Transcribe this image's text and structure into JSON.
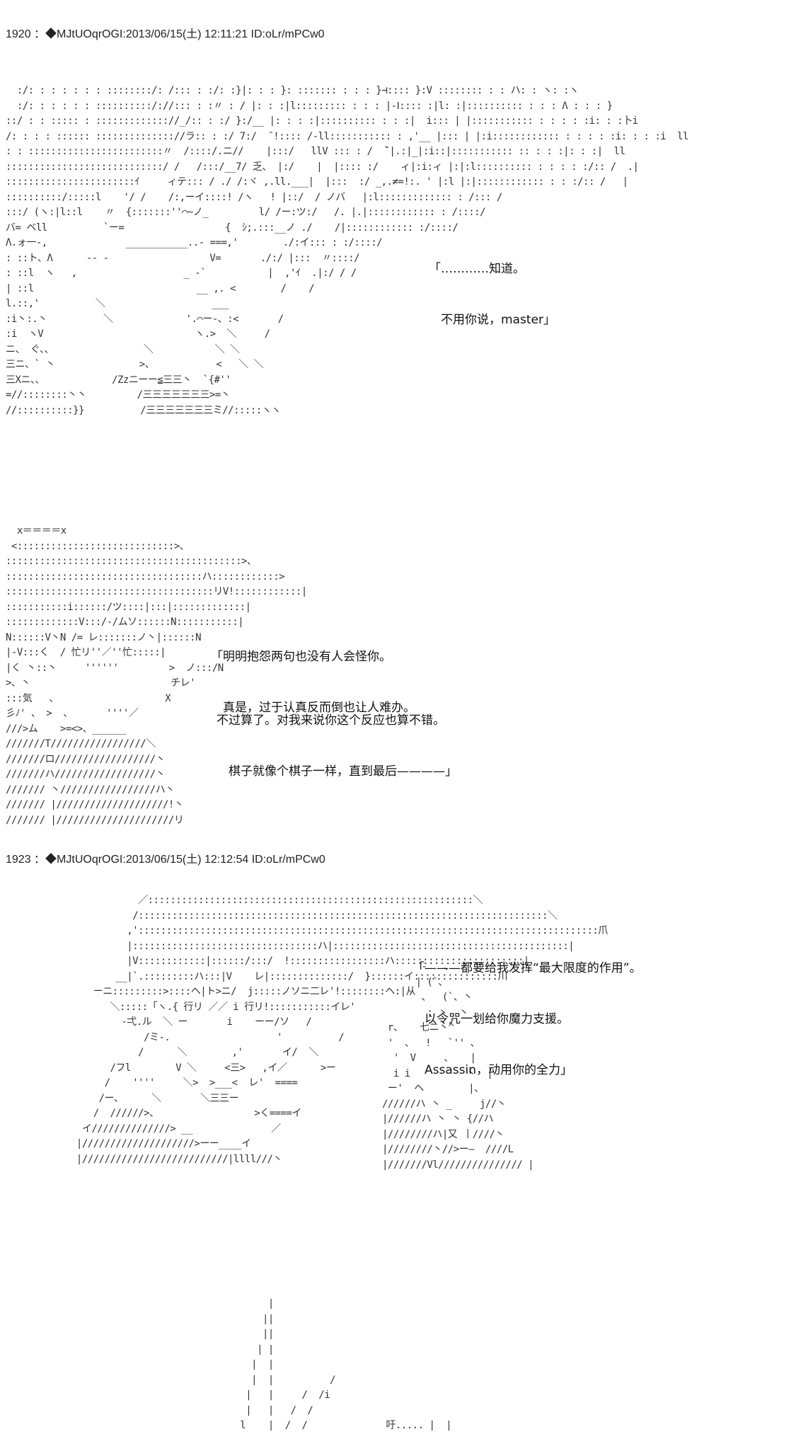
{
  "posts": [
    {
      "header": "1920 ：◆MJtUOqrOGI:2013/06/15(土) 12:11:21 ID:oLr/mPCw0",
      "art1": "  :/: : : : : : : ::::::::/: /::: : :/: :}|: : : }: ::::::: : : : }⊣:::: }:V :::::::: : : ハ: : ヽ: :ヽ\n  :/: : : : : : ::::::::::/://::: : :〃 : / |: : :|l::::::::: : : : |-Ⅰ:::: :|l: :|:::::::::: : : : Λ : : : }\n::/ : : ::::: : ::::::::::::://_/:: : :/ }:/__ |: : : :|:::::::::: : : :|  i::: | |::::::::::: : : : : :i: : :卜i\n/: : : : :::::: :::::::::::::://ラ:: : :/ 7:/  ̄ !:::: /-ll::::::::::: : ,'__ |::: | |:i:::::::::::: : : : : :i: : : :i  ll\n: : ::::::::::::::::::::::::〃  /::::/.ニ//    |:::/   llV ::: : /  ̄`|.:|_|:i::|::::::::::: :: : : :|: : :|  ll\n::::::::::::::::::::::::::::/ /   /:::/__7/ 乏、 |:/    |  |:::: :/    ィ|:i:ィ |:|:l:::::::::: : : : : :/:: /  .|\n:::::::::::::::::::::::ｲ     ィテ::: / ./ /:ヾ ,.ll.___|  |:::  :/ _,.≠=!:. ' |:l |:|:::::::::::: : : :/:: /   |\n::::::::::/:::::l    '/ /    /:,ーイ::::! /ヽ   ! |::/  / ノバ   |:l::::::::::::: : /::: /\n:::/ (ヽ:|l::l    〃  {:::::::''⌒~ノ_         l/ /ー:ツ:/   /. |.|:::::::::::: : /::::/\nバ= ベll          `ー=                  {  ｼ;.:::__ノ ./    /|:::::::::::: :/::::/\nΛ.ォ一-,              ___________..- ===,'        ./:イ::: : :/::::/\n: ::ト、Λ      -- -                  V=       ./:/ |:::  〃::::/\n: ::l  ヽ   ,                   _ -`           |  ,'ｲ  .|:/ / /\n| ::l                             __ ,. <        /    /\nl.::,'          ＼                   ___\n:i丶:.丶          ＼             '.⌒ー-、:<       /\n:i  ヽV                           ヽ.>  ＼     /\nニ、 ぐ、、                ＼           ＼ ＼\n三ニ、` 丶               >、           <   ＼ ＼\n三Xニ、、            /Zzニーー≦三三丶  `{#''\n=//::::::::丶丶         /三三三三三三三>=丶\n//::::::::::}}          /三三三三三三三ミ//:::::ヽヽ",
      "dlg1": [
        "「…………知道。",
        "　不用你说，master」"
      ],
      "art2": "  x＝＝＝＝x\n <::::::::::::::::::::::::::::>、\n::::::::::::::::::::::::::::::::::::::::::>、\n:::::::::::::::::::::::::::::::::::ハ::::::::::::>\n:::::::::::::::::::::::::::::::::::::リV!::::::::::::|\n:::::::::::i::::::/ツ::::|:::|:::::::::::::|\n:::::::::::::V:::/-/ムソ::::::N:::::::::::|\nN::::::V丶N /= レ:::::::ノ丶|::::::N\n|-V:::く  / 忙リ''／''忙:::::|\n|く 丶::丶     ''''''         >  ノ:::/N\n>、丶                         チレ'\n:::気   、                   X\n彡ﾉ' 、 >  、      ''''／\n///>ム    >=<>、______\n///////T/////////////////＼\n///////ロ//////////////////丶\n///////ハ//////////////////丶\n/////// 丶/////////////////ハ丶\n/////// |////////////////////!丶\n/////// |/////////////////////リ",
      "dlg2a": [
        "「明明抱怨两句也没有人会怪你。",
        "　真是，过于认真反而倒也让人难办。"
      ],
      "dlg2b": [
        "不过算了。对我来说你这个反应也算不错。",
        "　棋子就像个棋子一样，直到最后————」"
      ]
    },
    {
      "header": "1923 ：◆MJtUOqrOGI:2013/06/15(土) 12:12:54 ID:oLr/mPCw0",
      "art1": "            ／::::::::::::::::::::::::::::::::::::::::::::::::::::::::::＼\n           /:::::::::::::::::::::::::::::::::::::::::::::::::::::::::::::::::::::::::＼\n          ,'::::::::::::::::::::::::::::::::::::::::::::::::::::::::::::::::::::::::::::::::::爪\n          |:::::::::::::::::::::::::::::::::ハ|::::::::::::::::::::::::::::::::::::::::::|\n          |V::::::::::::|::::::/:::/  !:::::::::::::::::ハ:::::::::::::::::::::::|\n        __|`.:::::::::ハ:::|V    レ|::::::::::::::/  }::::::イ:::::::::::::::川\n    ーニ:::::::::>::::ヘ|ト>ニ/  j:::::ノソニ二レ'!::::::::ヘ:|从\n       ＼:::::「ヽ.{ 行リ ／／ i 行リ!:::::::::::イレ'\n         -弌.ル  ＼ ー       i    ーー/ソ   /\n             /ミ-.                   '          /\n            /      ＼        ,'       イ/  ＼\n       /フl        V ＼     <三>   ,イ／      >ー\n      /    ''''     ＼>  >___<  レ'  ====\n     /ー、     ＼       ＼三三ー\n    /  //////>、                 >く====イ\n  イ//////////////> __              ／\n |////////////////////>ーー____イ\n |//////////////////////////|llll///丶",
      "art1b": "       -   、\n      | (`、\n       、  (`、丶\n        ; 丶  丶\n r、   七ニ丶^\n '  、  !   `'' 、\n  '  V     、   |\n  i i          丶  |\n ー'  ヘ        |、\n//////ハ 丶 _     j//丶\n|//////ハ 丶 丶 {//ハ\n|////////ハ|又 丨////丶\n|////////丶//>ー―  ////L\n|///////Vl/////////////// |",
      "dlg1": [
        "「———都要给我发挥“最大限度的作用”。",
        "　以令咒一划给你魔力支援。",
        "　Assassin，动用你的全力」"
      ],
      "art2": "               |\n              ||\n              ||\n             | |\n            |  |\n            |  |          /\n           |   |     /  /i\n           |   |   /  /\n          l    |  /  /              吁..... |  |",
      "bottom_text": "吁....."
    }
  ]
}
